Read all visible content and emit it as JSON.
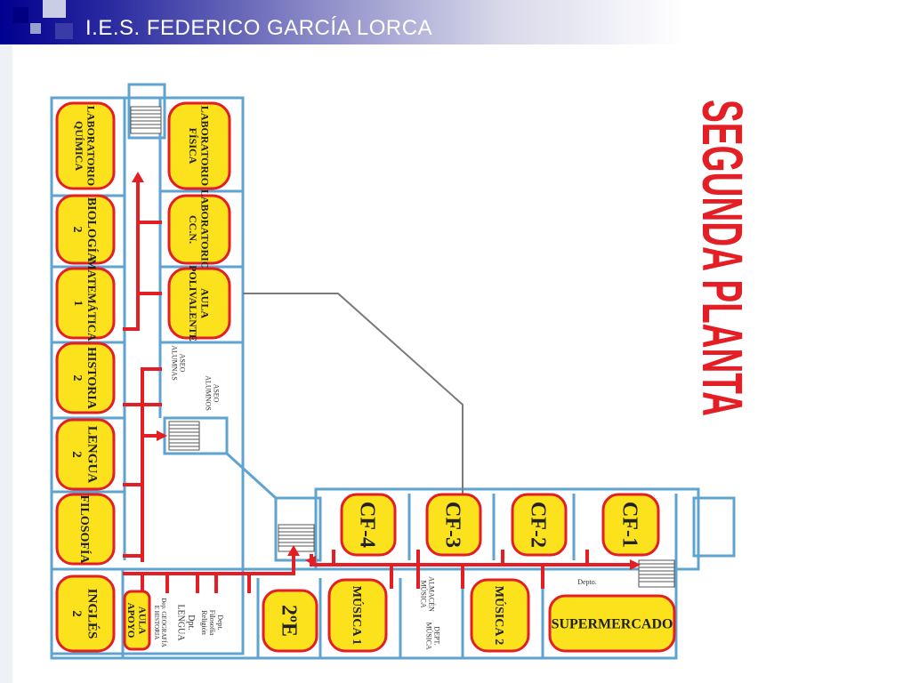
{
  "header": {
    "title": "I.E.S. FEDERICO GARCÍA LORCA"
  },
  "floor_title": "SEGUNDA PLANTA",
  "colors": {
    "room_fill": "#fbe21c",
    "room_border": "#e31e24",
    "route": "#e31e24",
    "wall": "#5fa3d0",
    "header_dark": "#000090",
    "floor_title": "#e31e24"
  },
  "rooms": [
    {
      "id": "lab-quimica",
      "lines": [
        "LABORATORIO",
        "QUÍMICA"
      ]
    },
    {
      "id": "lab-fisica",
      "lines": [
        "LABORATORIO",
        "FÍSICA"
      ]
    },
    {
      "id": "biologia-2",
      "lines": [
        "BIOLOGÍA",
        "2"
      ]
    },
    {
      "id": "lab-ccnn",
      "lines": [
        "LABORATORIO",
        "CC.N."
      ]
    },
    {
      "id": "matematicas-1",
      "lines": [
        "MATEMÁTICAS",
        "1"
      ]
    },
    {
      "id": "aula-polivalente",
      "lines": [
        "AULA",
        "POLIVALENTE"
      ]
    },
    {
      "id": "historia-2",
      "lines": [
        "HISTORIA",
        "2"
      ]
    },
    {
      "id": "lengua-2",
      "lines": [
        "LENGUA",
        "2"
      ]
    },
    {
      "id": "filosofia",
      "lines": [
        "FILOSOFÍA"
      ]
    },
    {
      "id": "ingles-2",
      "lines": [
        "INGLÉS",
        "2"
      ]
    },
    {
      "id": "aula-apoyo",
      "lines": [
        "AULA",
        "APOYO"
      ]
    },
    {
      "id": "2e",
      "lines": [
        "2ºE"
      ]
    },
    {
      "id": "musica-1",
      "lines": [
        "MÚSICA 1"
      ]
    },
    {
      "id": "musica-2",
      "lines": [
        "MÚSICA 2"
      ]
    },
    {
      "id": "cf-4",
      "lines": [
        "CF-4"
      ]
    },
    {
      "id": "cf-3",
      "lines": [
        "CF-3"
      ]
    },
    {
      "id": "cf-2",
      "lines": [
        "CF-2"
      ]
    },
    {
      "id": "cf-1",
      "lines": [
        "CF-1"
      ]
    },
    {
      "id": "supermercado",
      "lines": [
        "SUPERMERCADO"
      ]
    }
  ],
  "small_labels": {
    "aseo_alumnas": [
      "ASEO",
      "ALUMNAS"
    ],
    "aseo_alumnos": [
      "ASEO",
      "ALUMNOS"
    ],
    "dep_geografia": [
      "Dep. GEOGRAFÍA",
      "E HISTORIA"
    ],
    "dep_lengua": [
      "Dpt.",
      "LENGUA"
    ],
    "dep_filosofia": [
      "Dept.",
      "Filosofía",
      "Religión"
    ],
    "almacen_musica": [
      "ALMACÉN",
      "MÚSICA"
    ],
    "dept_musica": [
      "DEPT.",
      "MÚSICA"
    ],
    "depto": [
      "Depto."
    ]
  }
}
